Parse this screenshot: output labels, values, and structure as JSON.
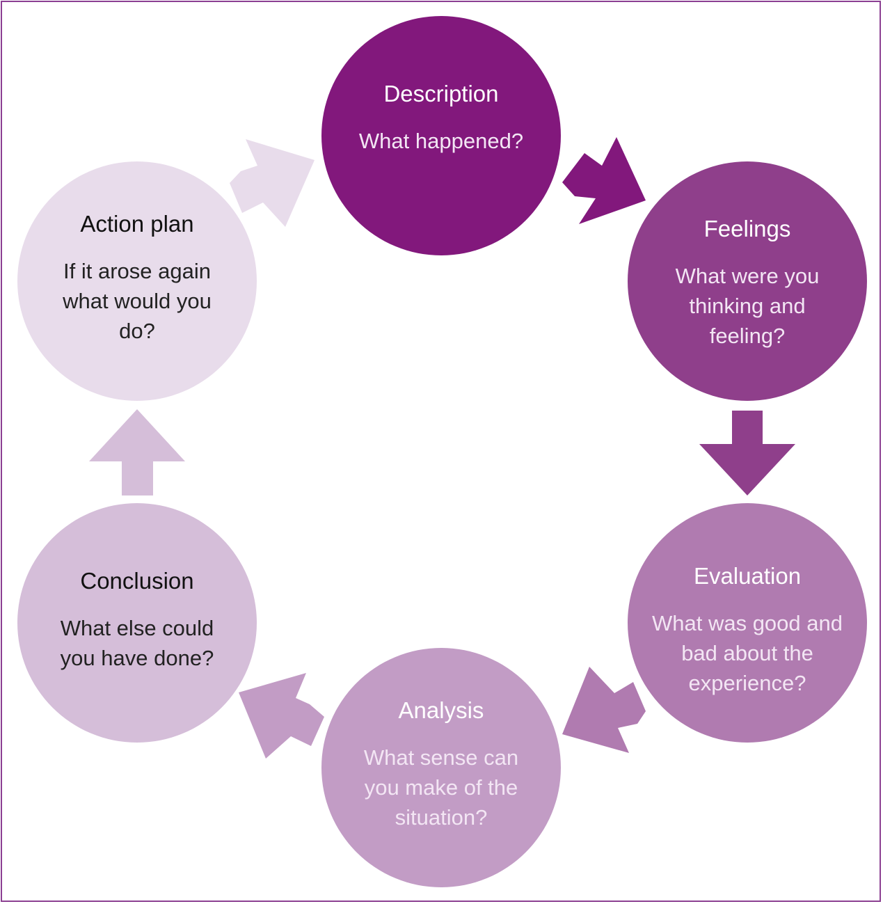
{
  "stages": {
    "description": {
      "title": "Description",
      "question": "What happened?",
      "color": "#82187c"
    },
    "feelings": {
      "title": "Feelings",
      "question": "What were you thinking and feeling?",
      "color": "#8f3f8b"
    },
    "evaluation": {
      "title": "Evaluation",
      "question": "What was good and bad about the experience?",
      "color": "#b07bb0"
    },
    "analysis": {
      "title": "Analysis",
      "question": "What sense can you make of the situation?",
      "color": "#c29cc5"
    },
    "conclusion": {
      "title": "Conclusion",
      "question": "What else could you have done?",
      "color": "#d5bed9"
    },
    "action_plan": {
      "title": "Action plan",
      "question": "If it arose again what would you do?",
      "color": "#e8dceb"
    }
  },
  "border_color": "#8b3f92"
}
